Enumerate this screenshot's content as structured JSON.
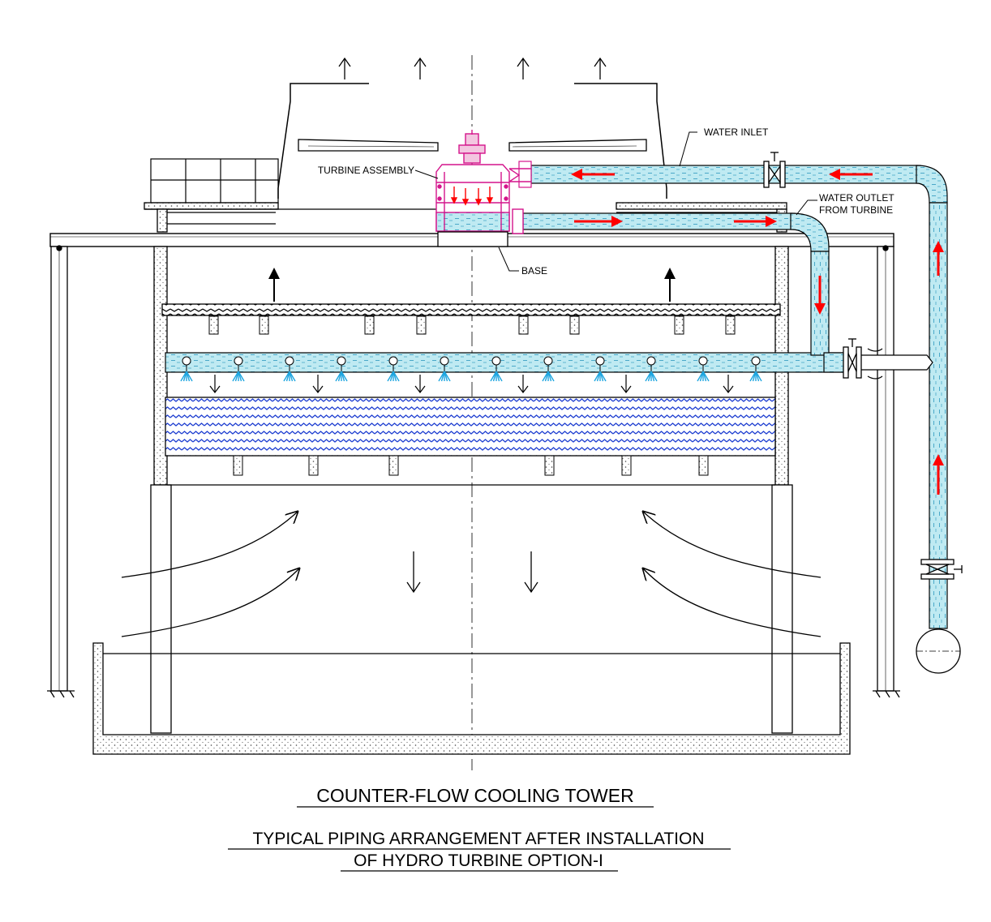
{
  "labels": {
    "water_inlet": "WATER INLET",
    "turbine_assembly": "TURBINE ASSEMBLY",
    "water_outlet_line1": "WATER OUTLET",
    "water_outlet_line2": "FROM TURBINE",
    "base": "BASE"
  },
  "titles": {
    "main": "COUNTER-FLOW COOLING TOWER",
    "sub_line1": "TYPICAL PIPING ARRANGEMENT AFTER INSTALLATION",
    "sub_line2": "OF HYDRO TURBINE OPTION-I"
  },
  "colors": {
    "water": "#bfeaf2",
    "water_stroke": "#3aa6c8",
    "flow_arrow": "#ff0000",
    "turbine": "#d4148c",
    "fill_media": "#1f3fd1",
    "spray": "#1fa6e0",
    "line": "#000000"
  }
}
